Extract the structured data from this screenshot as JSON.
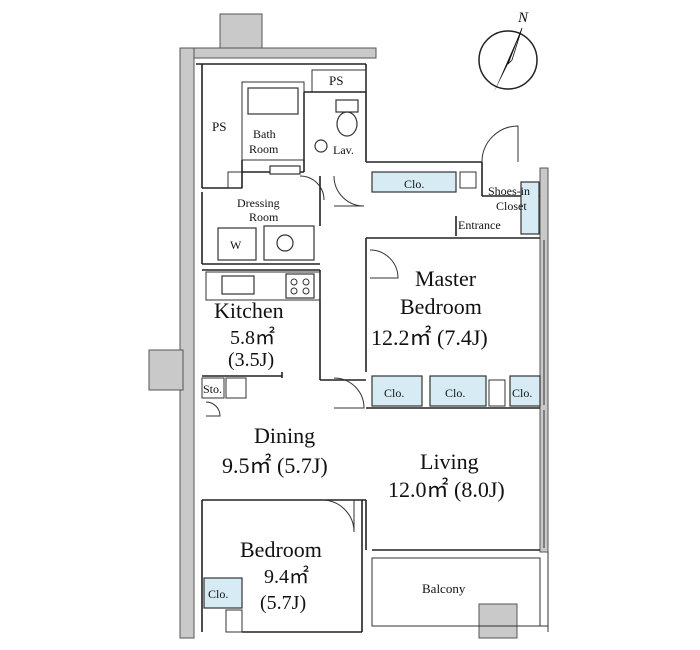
{
  "compass": {
    "label": "N"
  },
  "rooms": {
    "ps_top": "PS",
    "ps_left": "PS",
    "bath_room": [
      "Bath",
      "Room"
    ],
    "lav": "Lav.",
    "dressing_room": [
      "Dressing",
      "Room"
    ],
    "washer": "W",
    "clo_hall": "Clo.",
    "shoes_in_closet": [
      "Shoes-in",
      "Closet"
    ],
    "entrance": "Entrance",
    "master_bedroom": {
      "name": [
        "Master",
        "Bedroom"
      ],
      "area": "12.2㎡ (7.4J)"
    },
    "kitchen": {
      "name": "Kitchen",
      "area": [
        "5.8㎡",
        "(3.5J)"
      ]
    },
    "sto": "Sto.",
    "clo_master_1": "Clo.",
    "clo_master_2": "Clo.",
    "clo_master_3": "Clo.",
    "dining": {
      "name": "Dining",
      "area": "9.5㎡ (5.7J)"
    },
    "living": {
      "name": "Living",
      "area": "12.0㎡ (8.0J)"
    },
    "bedroom": {
      "name": "Bedroom",
      "area": [
        "9.4㎡",
        "(5.7J)"
      ]
    },
    "clo_bedroom": "Clo.",
    "balcony": "Balcony"
  }
}
